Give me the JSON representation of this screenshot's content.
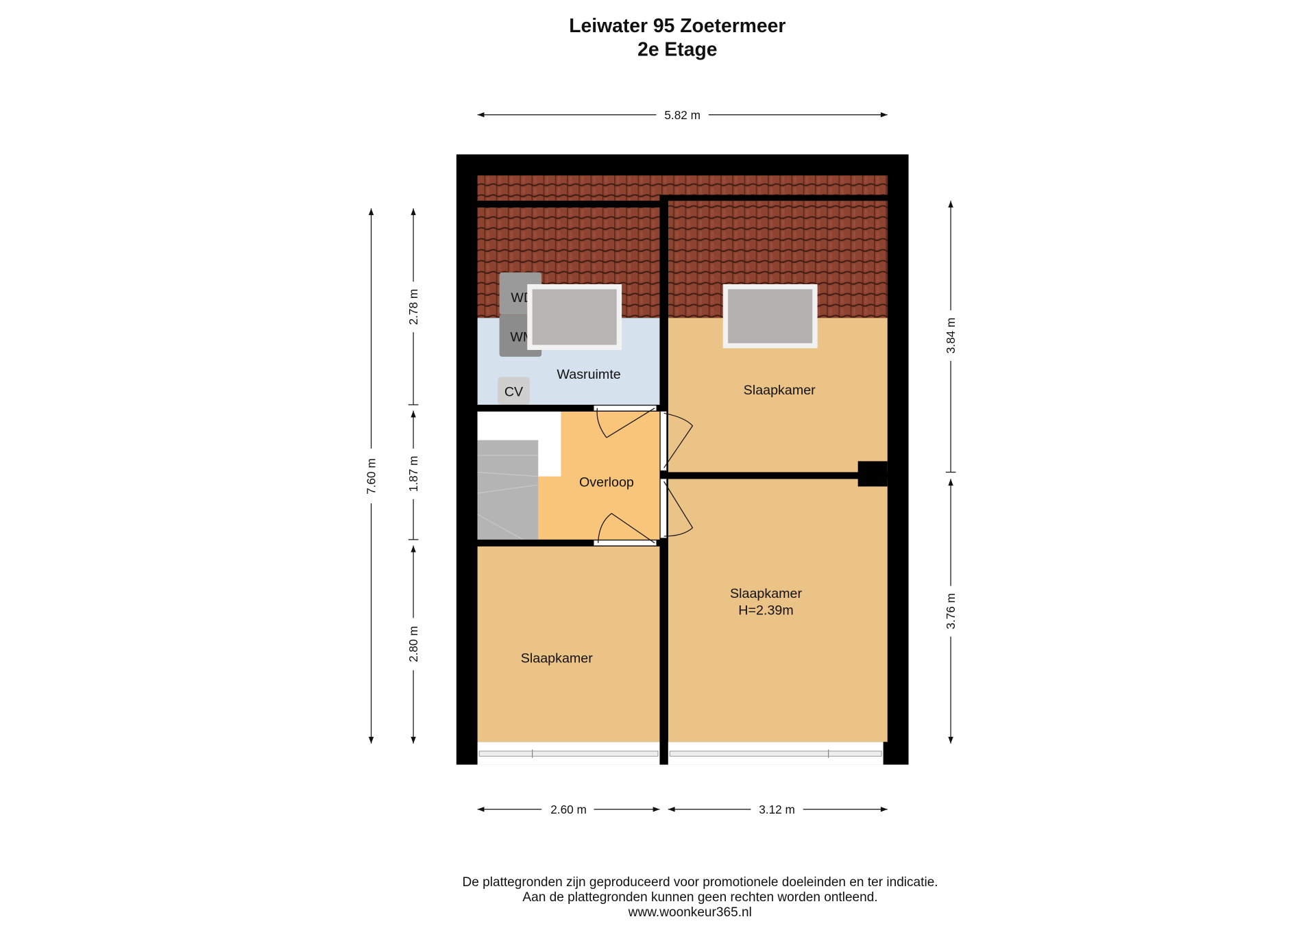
{
  "header": {
    "title": "Leiwater 95  Zoetermeer",
    "subtitle": "2e Etage"
  },
  "rooms": {
    "wasruimte": "Wasruimte",
    "overloop": "Overloop",
    "slaapkamer_top_right": "Slaapkamer",
    "slaapkamer_bottom_right": "Slaapkamer",
    "slaapkamer_bottom_right_height": "H=2.39m",
    "slaapkamer_bottom_left": "Slaapkamer"
  },
  "fixtures": {
    "dryer": "WD",
    "washer": "WM",
    "boiler": "CV"
  },
  "dimensions": {
    "total_width": "5.82 m",
    "total_depth": "7.60 m",
    "left_1": "2.78 m",
    "left_2": "1.87 m",
    "left_3": "2.80 m",
    "right_1": "3.84 m",
    "right_2": "3.76 m",
    "bottom_1": "2.60 m",
    "bottom_2": "3.12 m"
  },
  "footer": {
    "line1": "De plattegronden zijn geproduceerd voor promotionele doeleinden en ter indicatie.",
    "line2": "Aan de plattegronden kunnen geen rechten worden ontleend.",
    "line3": "www.woonkeur365.nl"
  },
  "colors": {
    "wall": "#000000",
    "roof": "#8a3f2c",
    "bedroom": "#ecc386",
    "landing": "#f8c57a",
    "laundry": "#d5e2ee",
    "stairs": "#b4b4b4"
  }
}
